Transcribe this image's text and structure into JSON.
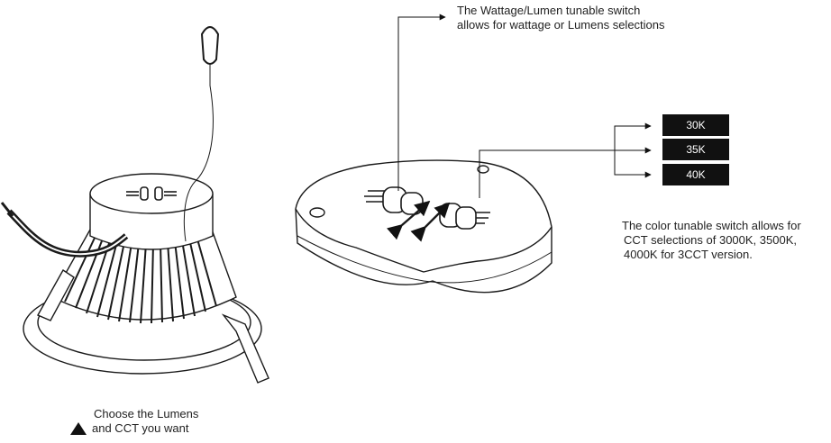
{
  "callouts": {
    "wattage_line1": "The Wattage/Lumen tunable switch",
    "wattage_line2": "allows for wattage or Lumens selections",
    "color_line1": "The color tunable switch allows for",
    "color_line2": "CCT selections of 3000K, 3500K,",
    "color_line3": "4000K for 3CCT version.",
    "lumens_line1": "Choose the Lumens",
    "lumens_line2": "and CCT you want"
  },
  "cct_options": [
    "30K",
    "35K",
    "40K"
  ],
  "icons": {
    "marker": "triangle-up-icon",
    "carabiner": "carabiner-icon"
  },
  "colors": {
    "ink": "#1a1a1a",
    "box": "#111111",
    "box_text": "#ffffff"
  }
}
